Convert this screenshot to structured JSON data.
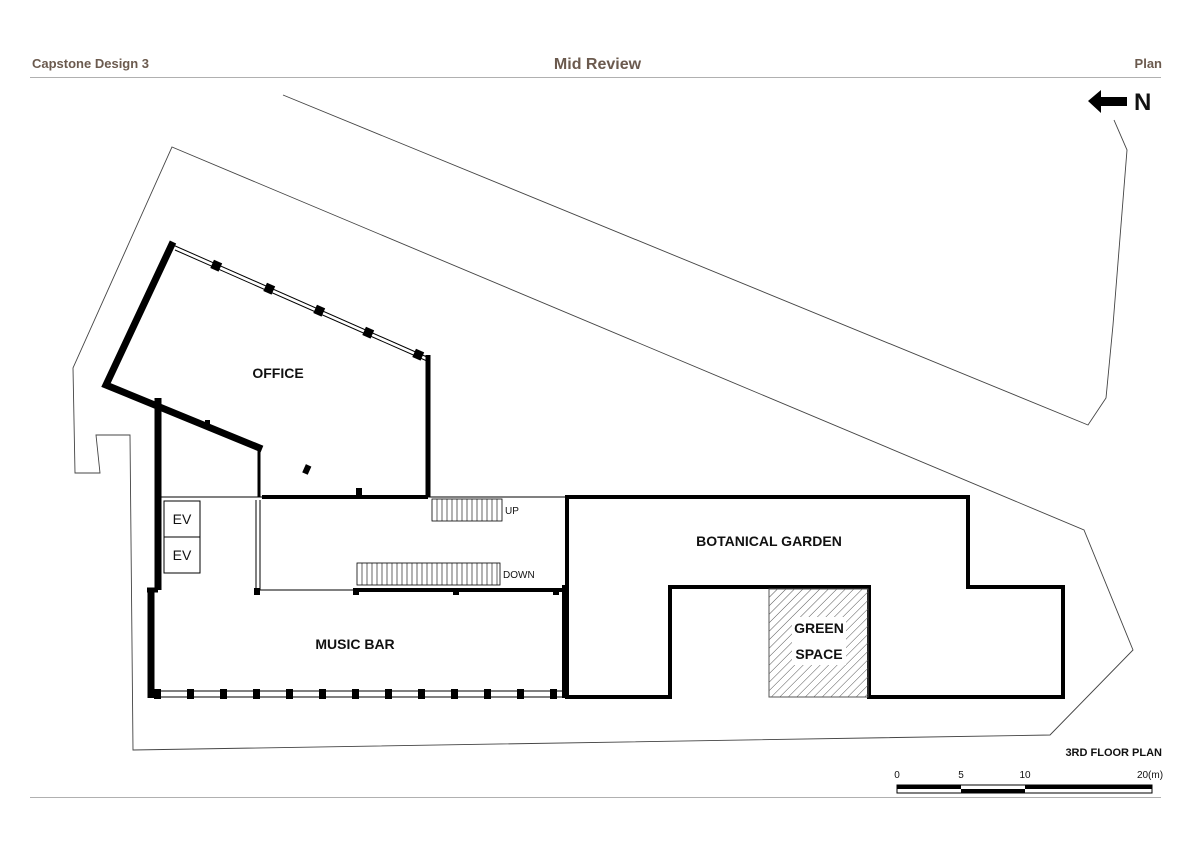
{
  "header": {
    "left": "Capstone Design 3",
    "center": "Mid Review",
    "right": "Plan"
  },
  "north": {
    "label": "N"
  },
  "rooms": {
    "office": "OFFICE",
    "ev1": "EV",
    "ev2": "EV",
    "music_bar": "MUSIC BAR",
    "botanical_garden": "BOTANICAL GARDEN",
    "green_space_line1": "GREEN",
    "green_space_line2": "SPACE"
  },
  "stairs": {
    "upper_tag": "UP",
    "lower_tag": "DOWN"
  },
  "plan_title": "3RD FLOOR PLAN",
  "scale": {
    "ticks": [
      "0",
      "5",
      "10",
      "20(m)"
    ]
  },
  "colors": {
    "header_text": "#6b5a4e",
    "wall": "#000000",
    "site_line": "#444444",
    "rule": "#b0b0b0"
  }
}
